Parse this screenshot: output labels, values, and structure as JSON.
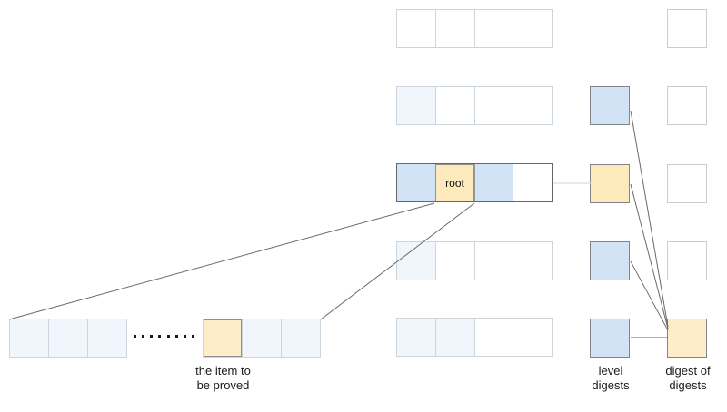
{
  "labels": {
    "root": "root",
    "item": {
      "line1": "the item to",
      "line2": "be proved"
    },
    "level": {
      "line1": "level",
      "line2": "digests"
    },
    "digest": {
      "line1": "digest of",
      "line2": "digests"
    }
  },
  "ellipsis": {
    "dot_count": 8
  },
  "colors": {
    "blue": "#d2e3f6",
    "faint_blue": "#f1f6fc",
    "yellow": "#fce9bc",
    "yellow_light": "#fdeec9",
    "white": "#ffffff",
    "single_border_dark": "#7e858d",
    "single_border_light": "#cccccc",
    "emphasis_outline": "#8f8f8f",
    "line_gray": "#696969",
    "line_dark": "#5f5f5f",
    "line_light": "#dcdcdc"
  },
  "grid": {
    "hash_rows": [
      {
        "cells": [
          "white",
          "white",
          "white",
          "white"
        ]
      },
      {
        "cells": [
          "faint",
          "white",
          "white",
          "white"
        ]
      },
      {
        "cells": [
          "blue",
          "yellow",
          "blue",
          "white"
        ]
      },
      {
        "cells": [
          "faint",
          "white",
          "white",
          "white"
        ]
      },
      {
        "cells": [
          "faint",
          "faint",
          "white",
          "white"
        ]
      }
    ],
    "item_row_left": [
      "faint",
      "faint",
      "faint"
    ],
    "item_row_right": [
      "yellow2",
      "faint",
      "faint"
    ],
    "level_digests": [
      "blue",
      "yellow",
      "blue",
      "blue"
    ],
    "digest_of_digests": [
      "white",
      "white",
      "white",
      "white",
      "yellow2"
    ]
  }
}
